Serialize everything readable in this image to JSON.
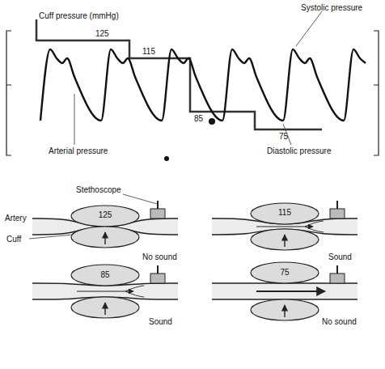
{
  "diagram": {
    "labels": [
      "Cuff pressure (mmHg)",
      "125",
      "115",
      "85",
      "75",
      "Systolic pressure",
      "Arterial pressure",
      "Diastolic pressure",
      "Stethoscope",
      "Artery",
      "125",
      "Cuff",
      "No sound",
      "115",
      "Sound",
      "85",
      "Sound",
      "75",
      "No sound"
    ]
  }
}
